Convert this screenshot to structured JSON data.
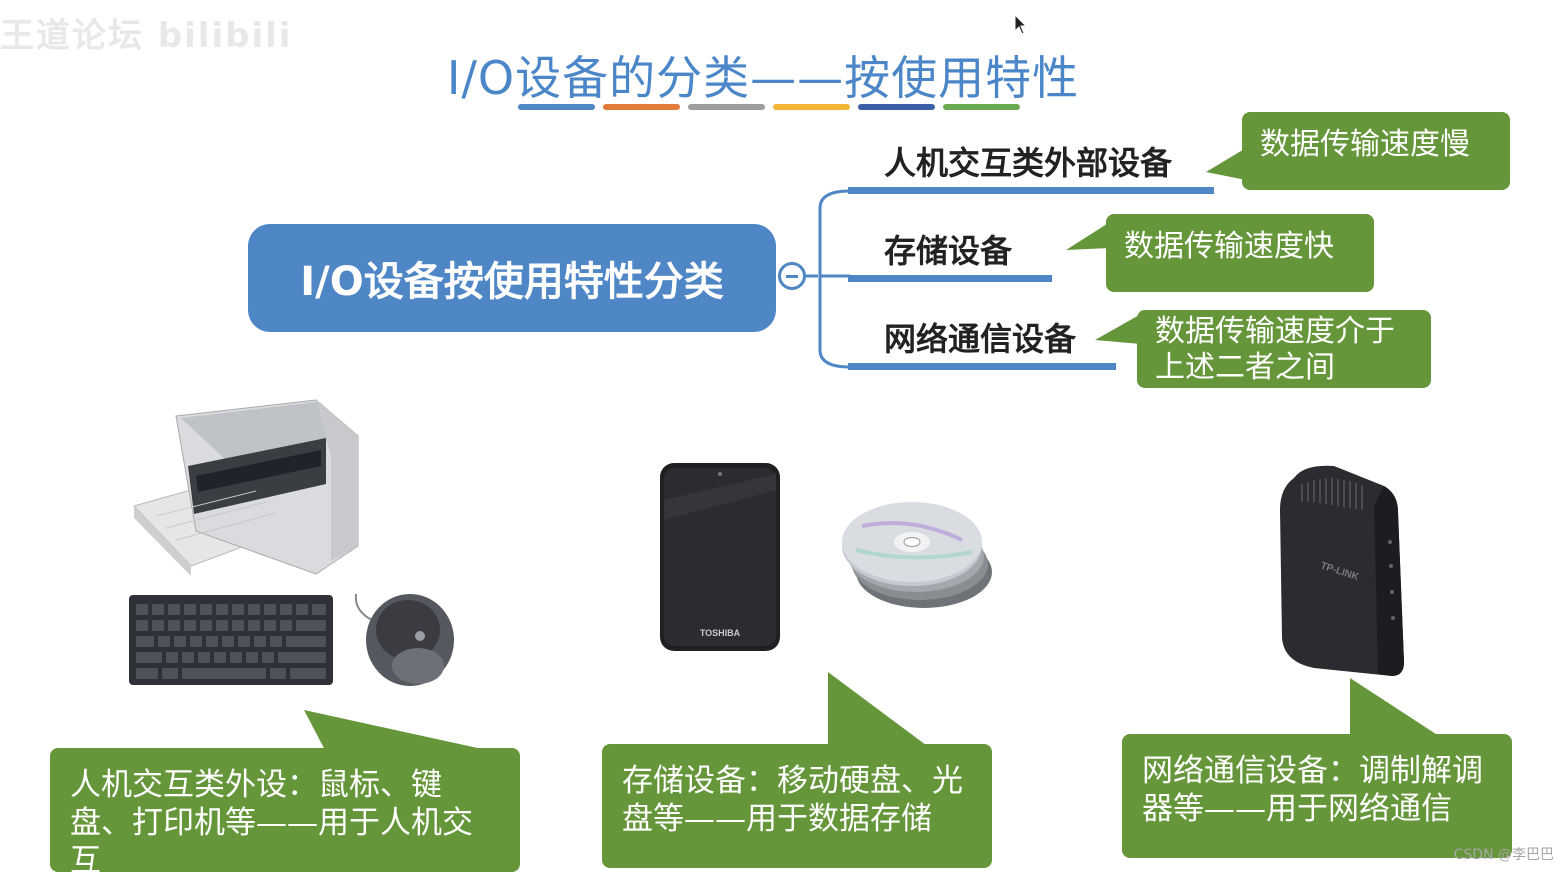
{
  "watermark": "王道论坛 bilibili",
  "footer": "CSDN @李巴巴",
  "title": "I/O设备的分类——按使用特性",
  "title_bar_colors": [
    "#4f86c6",
    "#e07b39",
    "#9e9e9e",
    "#f2b535",
    "#3d5fa8",
    "#6aa84f"
  ],
  "mindmap": {
    "root": "I/O设备按使用特性分类",
    "branches": [
      {
        "label": "人机交互类外部设备",
        "note": "数据传输速度慢"
      },
      {
        "label": "存储设备",
        "note": "数据传输速度快"
      },
      {
        "label": "网络通信设备",
        "note": "数据传输速度介于上述二者之间"
      }
    ]
  },
  "examples": [
    {
      "text": "人机交互类外设：鼠标、键盘、打印机等——用于人机交互",
      "devices": [
        "printer",
        "keyboard",
        "mouse"
      ]
    },
    {
      "text": "存储设备：移动硬盘、光盘等——用于数据存储",
      "devices": [
        "external-hard-drive",
        "optical-discs"
      ]
    },
    {
      "text": "网络通信设备：调制解调器等——用于网络通信",
      "devices": [
        "modem"
      ]
    }
  ],
  "device_labels": {
    "drive_brand": "TOSHIBA",
    "router_brand": "TP-LINK"
  },
  "colors": {
    "accent_blue": "#4f86c6",
    "callout_green": "#66963a",
    "title_blue": "#4a86c8"
  }
}
